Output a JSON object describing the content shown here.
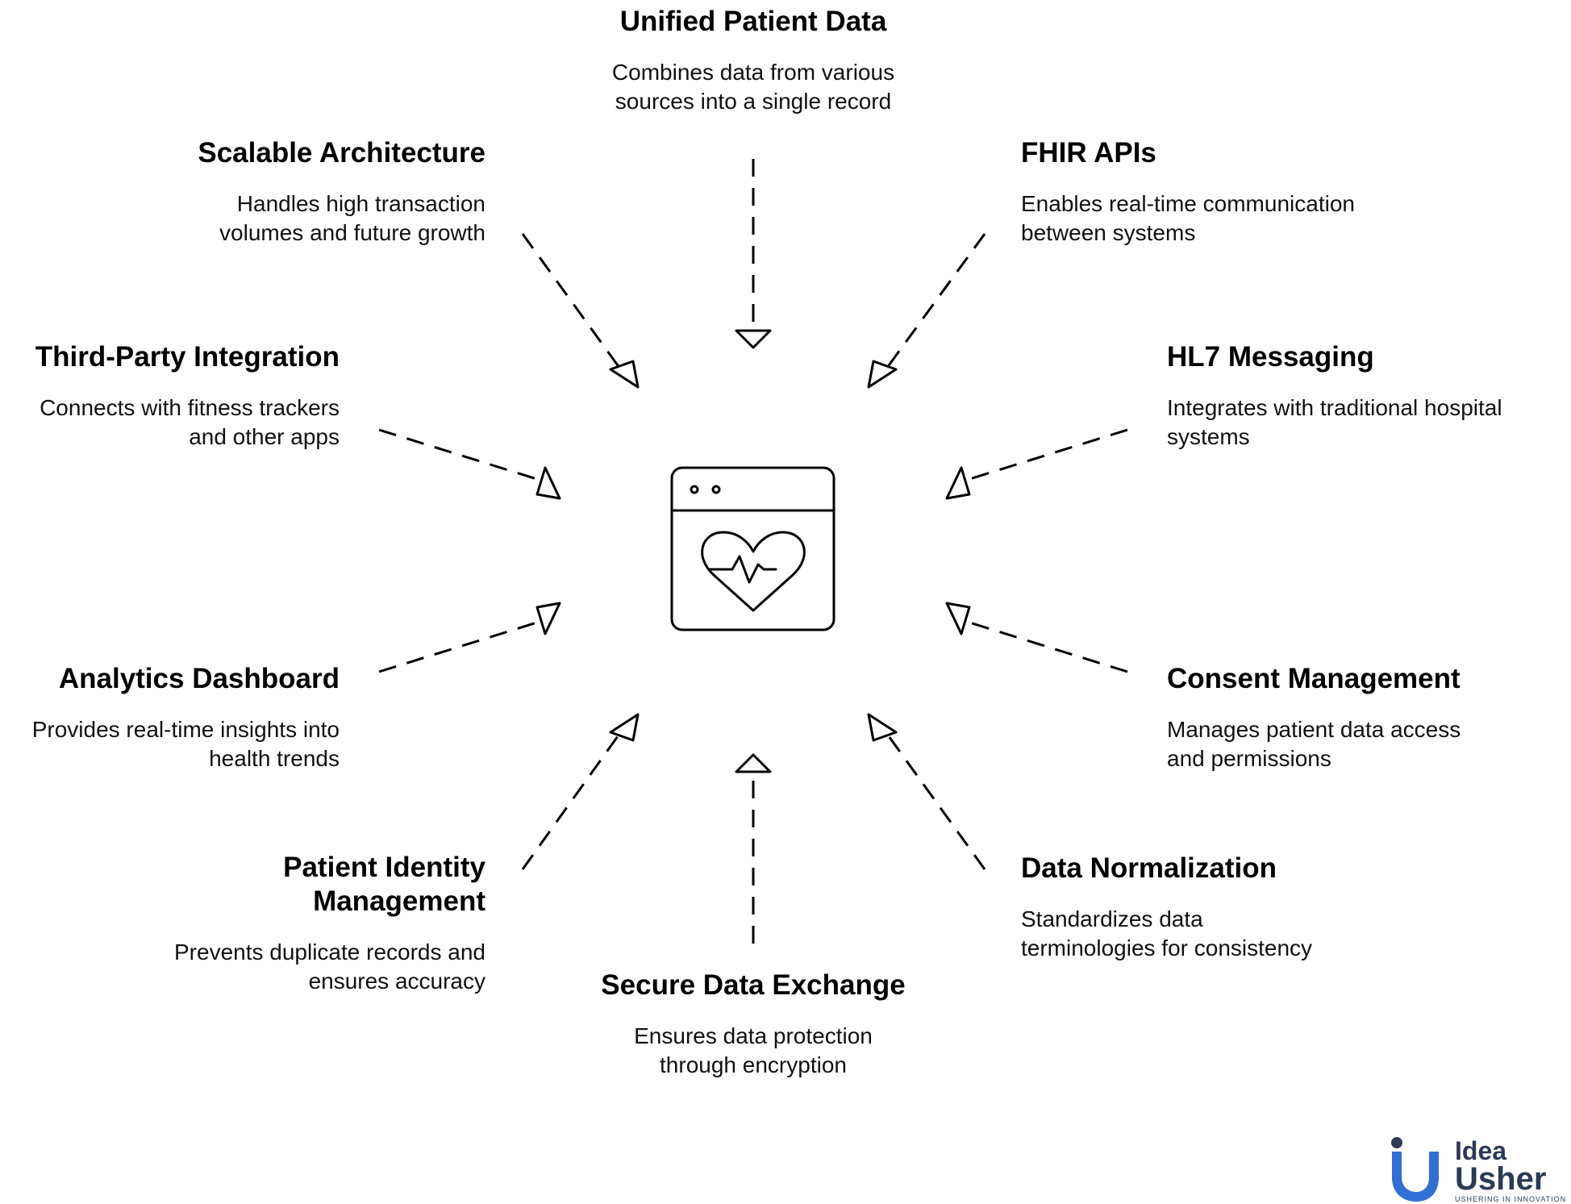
{
  "center": {
    "icon": "browser-heartbeat-icon"
  },
  "nodes": {
    "unified": {
      "title": "Unified Patient Data",
      "desc_line1": "Combines data from various",
      "desc_line2": "sources into a single record"
    },
    "scalable": {
      "title": "Scalable Architecture",
      "desc_line1": "Handles high transaction",
      "desc_line2": "volumes and future growth"
    },
    "fhir": {
      "title": "FHIR APIs",
      "desc_line1": "Enables real-time communication",
      "desc_line2": "between systems"
    },
    "thirdparty": {
      "title": "Third-Party Integration",
      "desc_line1": "Connects with fitness trackers",
      "desc_line2": "and other apps"
    },
    "hl7": {
      "title": "HL7 Messaging",
      "desc_line1": "Integrates with traditional hospital",
      "desc_line2": "systems"
    },
    "analytics": {
      "title": "Analytics Dashboard",
      "desc_line1": "Provides real-time insights into",
      "desc_line2": "health trends"
    },
    "consent": {
      "title": "Consent Management",
      "desc_line1": "Manages patient data access",
      "desc_line2": "and permissions"
    },
    "identity": {
      "title_line1": "Patient Identity",
      "title_line2": "Management",
      "desc_line1": "Prevents duplicate records and",
      "desc_line2": "ensures accuracy"
    },
    "normalization": {
      "title": "Data Normalization",
      "desc_line1": "Standardizes data",
      "desc_line2": "terminologies for consistency"
    },
    "secure": {
      "title": "Secure Data Exchange",
      "desc_line1": "Ensures data protection",
      "desc_line2": "through encryption"
    }
  },
  "logo": {
    "word1": "Idea",
    "word2": "Usher",
    "tagline": "USHERING IN INNOVATION",
    "color": "#2b3a55",
    "accent": "#2f6fd6"
  },
  "colors": {
    "stroke": "#000000",
    "background": "#ffffff"
  }
}
